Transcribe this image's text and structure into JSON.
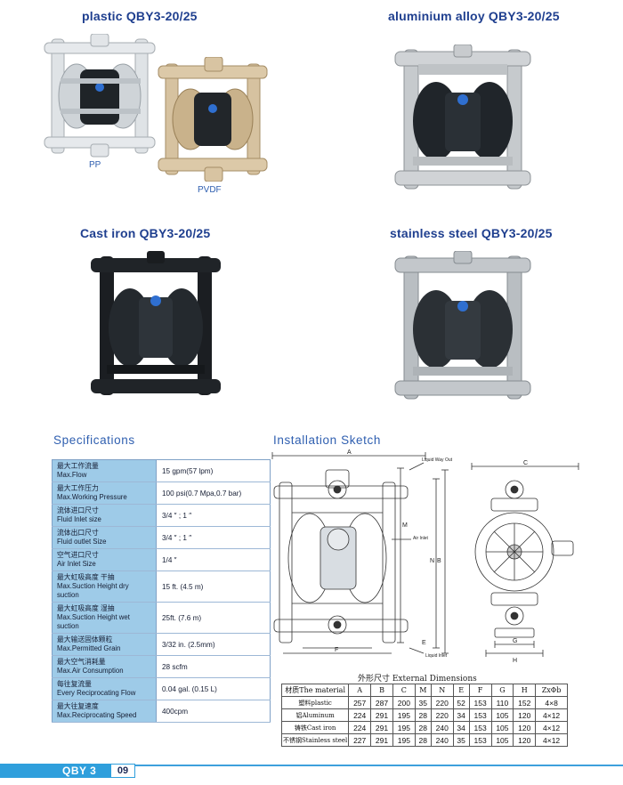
{
  "products": {
    "plastic": {
      "heading": "plastic  QBY3-20/25",
      "label_pp": "PP",
      "label_pvdf": "PVDF"
    },
    "aluminium": {
      "heading": "aluminium alloy  QBY3-20/25"
    },
    "cast_iron": {
      "heading": "Cast iron  QBY3-20/25"
    },
    "stainless": {
      "heading": "stainless steel  QBY3-20/25"
    }
  },
  "specifications": {
    "title": "Specifications",
    "rows": [
      {
        "cn": "最大工作流量",
        "en": "Max.Flow",
        "value": "15 gpm(57 lpm)"
      },
      {
        "cn": "最大工作压力",
        "en": "Max.Working Pressure",
        "value": "100 psi(0.7 Mpa,0.7 bar)"
      },
      {
        "cn": "流体进口尺寸",
        "en": "Fluid Inlet size",
        "value": "3/4 ″ ; 1 ″"
      },
      {
        "cn": "流体出口尺寸",
        "en": "Fluid outlet Size",
        "value": "3/4 ″ ; 1 ″"
      },
      {
        "cn": "空气进口尺寸",
        "en": "Air Inlet Size",
        "value": "1/4 ″"
      },
      {
        "cn": "最大虹吸高度   干抽",
        "en": "Max.Suction Height  dry suction",
        "value": "15 ft. (4.5 m)"
      },
      {
        "cn": "最大虹吸高度   湿抽",
        "en": "Max.Suction Height  wet suction",
        "value": "25ft. (7.6 m)"
      },
      {
        "cn": "最大输送固体颗粒",
        "en": "Max.Permitted Grain",
        "value": "3/32 in. (2.5mm)"
      },
      {
        "cn": "最大空气消耗量",
        "en": "Max.Air Consumption",
        "value": "28 scfm"
      },
      {
        "cn": "每往复流量",
        "en": "Every Reciprocating Flow",
        "value": "0.04 gal. (0.15 L)"
      },
      {
        "cn": "最大往复速度",
        "en": "Max.Reciprocating Speed",
        "value": "400cpm"
      }
    ]
  },
  "installation": {
    "title": "Installation Sketch",
    "labels": {
      "A": "A",
      "B": "B",
      "C": "C",
      "E": "E",
      "F": "F",
      "G": "G",
      "H": "H",
      "M": "M",
      "N": "N",
      "liquid_out": "Liquid Way Out",
      "air_inlet": "Air Inlet",
      "liquid_inlet": "Liquid Inlet"
    }
  },
  "dimensions": {
    "caption": "外形尺寸 External Dimensions",
    "header": [
      "材质The material",
      "A",
      "B",
      "C",
      "M",
      "N",
      "E",
      "F",
      "G",
      "H",
      "ZxΦb"
    ],
    "rows": [
      [
        "塑料plastic",
        "257",
        "287",
        "200",
        "35",
        "220",
        "52",
        "153",
        "110",
        "152",
        "4×8"
      ],
      [
        "铝Aluminum",
        "224",
        "291",
        "195",
        "28",
        "220",
        "34",
        "153",
        "105",
        "120",
        "4×12"
      ],
      [
        "铸铁Cast iron",
        "224",
        "291",
        "195",
        "28",
        "240",
        "34",
        "153",
        "105",
        "120",
        "4×12"
      ],
      [
        "不锈钢Stainless steel",
        "227",
        "291",
        "195",
        "28",
        "240",
        "35",
        "153",
        "105",
        "120",
        "4×12"
      ]
    ]
  },
  "footer": {
    "label": "QBY 3",
    "page": "09"
  },
  "colors": {
    "accent": "#2f9fdc",
    "heading": "#1f3f8f",
    "spec_label_bg": "#9ecbe8"
  }
}
